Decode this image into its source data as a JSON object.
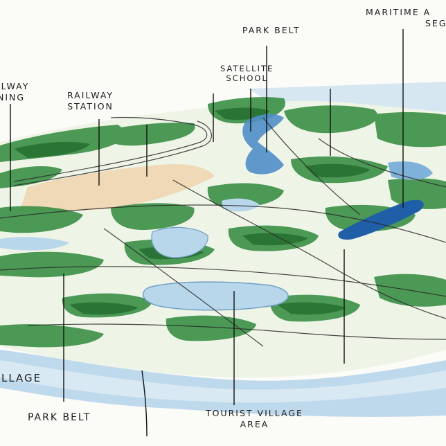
{
  "labels": {
    "maritime": {
      "line1": "MARITIME A",
      "line2": "SEG"
    },
    "park_belt_top": "PARK BELT",
    "satellite": {
      "line1": "SATELLITE",
      "line2": "SCHOOL"
    },
    "railway_station": {
      "line1": "RAILWAY",
      "line2": "STATION"
    },
    "left_partial": {
      "line1": "ILWAY",
      "line2": "NING"
    },
    "village_left": "LLAGE",
    "park_belt_bottom": "PARK BELT",
    "tourist_village": {
      "line1": "TOURIST VILLAGE",
      "line2": "AREA"
    }
  },
  "colors": {
    "paper": "#fbfbf7",
    "water": "#b9d7ea",
    "deep_water": "#1f5fa8",
    "vegetation": "#2f8a3c",
    "dark_vegetation": "#1f6a2b",
    "sand": "#e9c9a0",
    "ink": "#1c1c1c"
  }
}
